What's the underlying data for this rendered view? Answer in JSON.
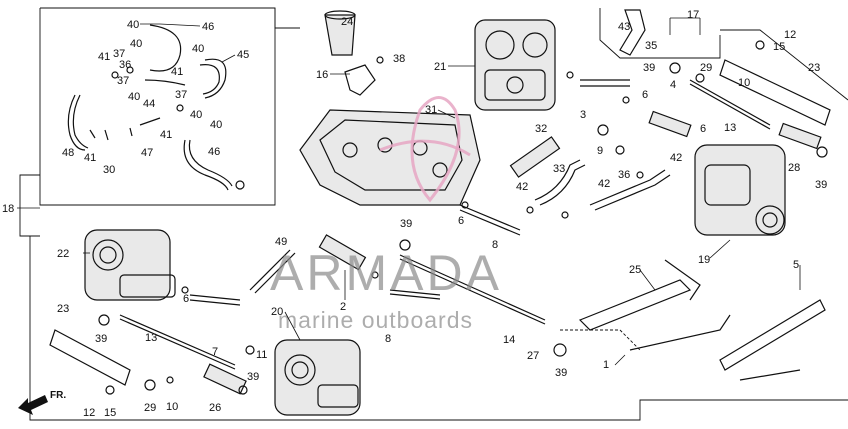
{
  "diagram": {
    "callouts": [
      "40",
      "46",
      "37",
      "36",
      "40",
      "45",
      "41",
      "37",
      "40",
      "44",
      "41",
      "40",
      "37",
      "40",
      "41",
      "48",
      "30",
      "47",
      "41",
      "46",
      "40",
      "17",
      "24",
      "43",
      "35",
      "38",
      "16",
      "21",
      "12",
      "39",
      "15",
      "29",
      "10",
      "23",
      "31",
      "4",
      "32",
      "3",
      "6",
      "6",
      "13",
      "42",
      "28",
      "39",
      "9",
      "33",
      "36",
      "42",
      "42",
      "22",
      "39",
      "49",
      "8",
      "6",
      "19",
      "25",
      "5",
      "18",
      "23",
      "39",
      "13",
      "2",
      "7",
      "6",
      "11",
      "20",
      "8",
      "14",
      "27",
      "39",
      "39",
      "1",
      "12",
      "15",
      "29",
      "10",
      "26"
    ],
    "direction_marker": "FR.",
    "watermark": {
      "brand": "ARMADA",
      "tagline": "marine outboards"
    },
    "colors": {
      "line": "#111111",
      "watermark_text": "#8a8a8a",
      "watermark_logo": "#e6a6c3"
    }
  }
}
